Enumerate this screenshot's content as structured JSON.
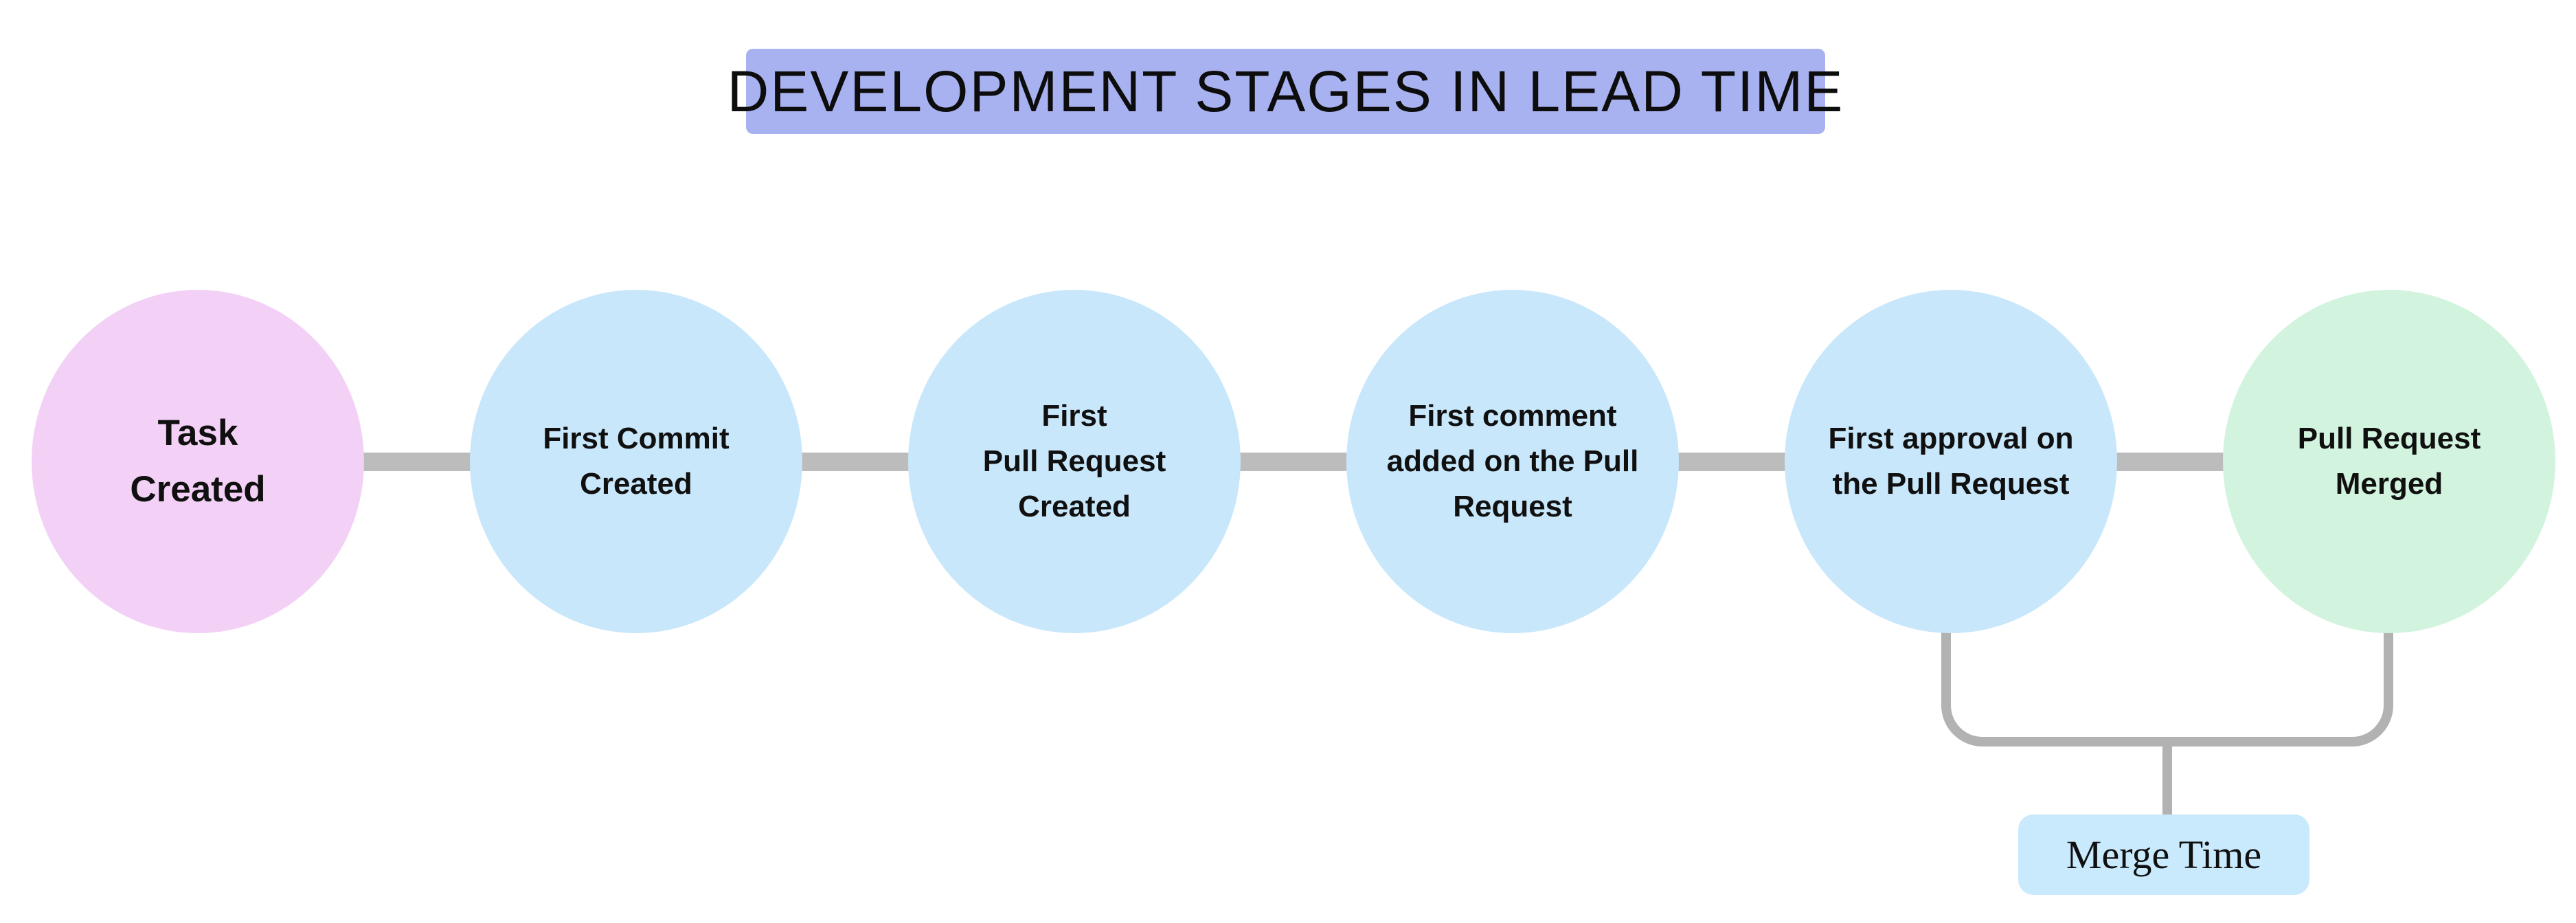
{
  "title": "DEVELOPMENT STAGES IN LEAD TIME",
  "stages": [
    {
      "label": "Task\nCreated",
      "color": "#f3d0f6"
    },
    {
      "label": "First Commit\nCreated",
      "color": "#c8e7fb"
    },
    {
      "label": "First\nPull Request\nCreated",
      "color": "#c8e7fb"
    },
    {
      "label": "First comment\nadded on the Pull\nRequest",
      "color": "#c8e7fb"
    },
    {
      "label": "First approval on\nthe Pull Request",
      "color": "#c8e7fb"
    },
    {
      "label": "Pull Request\nMerged",
      "color": "#d2f3de"
    }
  ],
  "annotation": {
    "label": "Merge Time",
    "bg": "#c9e9fc"
  },
  "colors": {
    "banner": "#a8b2f0",
    "connector": "#bcbcbc",
    "bracket": "#b2b2b2",
    "text": "#101010"
  }
}
